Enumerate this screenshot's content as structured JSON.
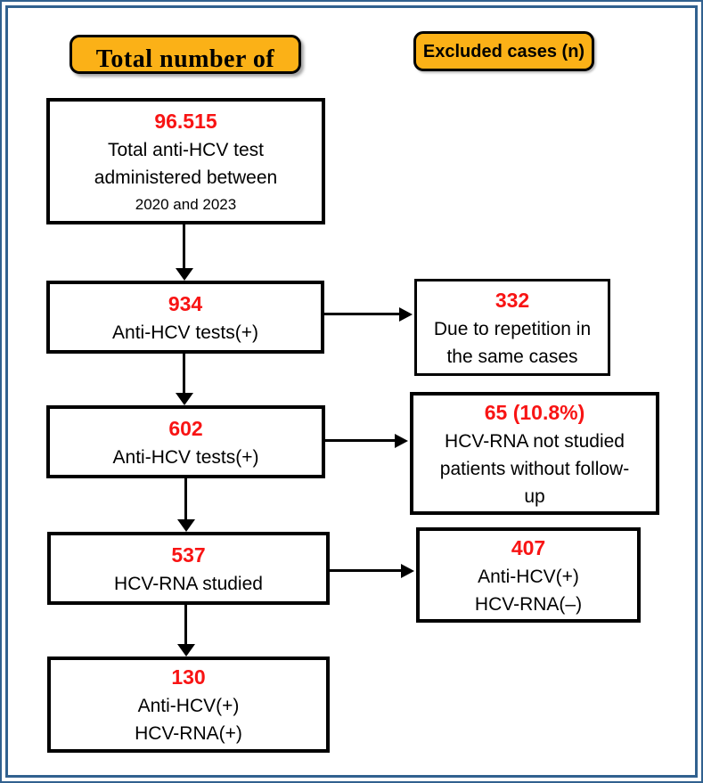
{
  "colors": {
    "number_red": "#f81414",
    "accent_orange": "#fbb117",
    "frame_blue": "#31618f",
    "box_border": "#000000"
  },
  "headers": {
    "total": {
      "label": "Total number of"
    },
    "excluded": {
      "label": "Excluded cases (n)"
    }
  },
  "flow": {
    "main": [
      {
        "value": "96.515",
        "lines": [
          "Total anti-HCV test",
          "administered between",
          "2020 and 2023"
        ]
      },
      {
        "value": "934",
        "lines": [
          "Anti-HCV tests(+)"
        ]
      },
      {
        "value": "602",
        "lines": [
          "Anti-HCV tests(+)"
        ]
      },
      {
        "value": "537",
        "lines": [
          "HCV-RNA studied"
        ]
      },
      {
        "value": "130",
        "lines": [
          "Anti-HCV(+)",
          "HCV-RNA(+)"
        ]
      }
    ],
    "excluded": [
      {
        "value": "332",
        "lines": [
          "Due to repetition in",
          "the same cases"
        ]
      },
      {
        "value": "65 (10.8%)",
        "lines": [
          "HCV-RNA not studied",
          "patients without follow-",
          "up"
        ]
      },
      {
        "value": "407",
        "lines": [
          "Anti-HCV(+)",
          "HCV-RNA(–)"
        ]
      }
    ]
  }
}
